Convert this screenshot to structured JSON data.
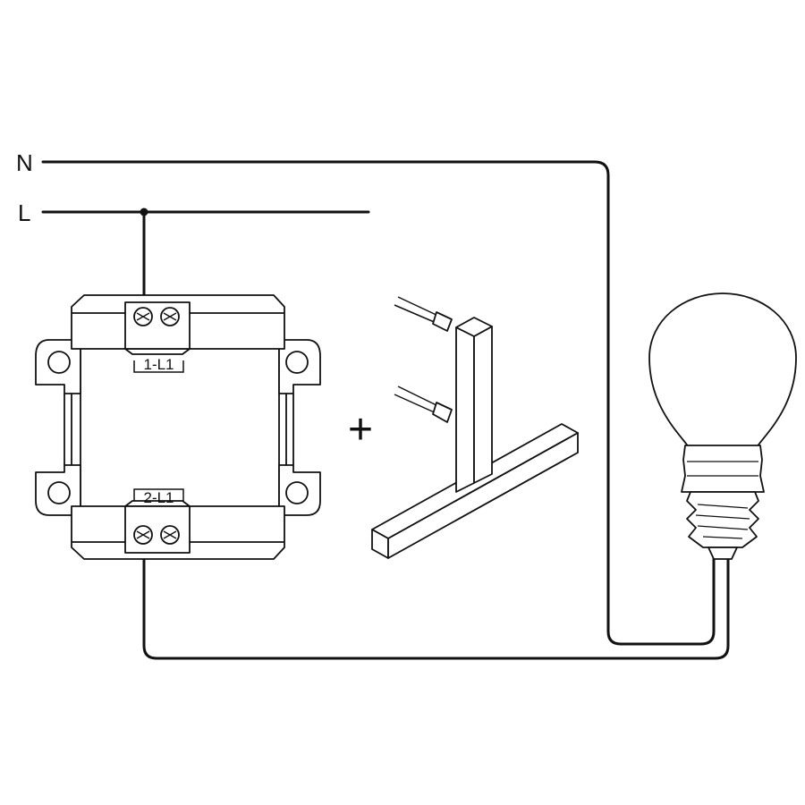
{
  "wires": {
    "neutral_label": "N",
    "live_label": "L"
  },
  "switch_module": {
    "terminal_top_label": "1-L1",
    "terminal_bottom_label": "2-L1"
  },
  "plus_sign": "+",
  "colors": {
    "line": "#111111",
    "body_fill": "#ffffff",
    "bulb_fill": "#ffffff"
  }
}
